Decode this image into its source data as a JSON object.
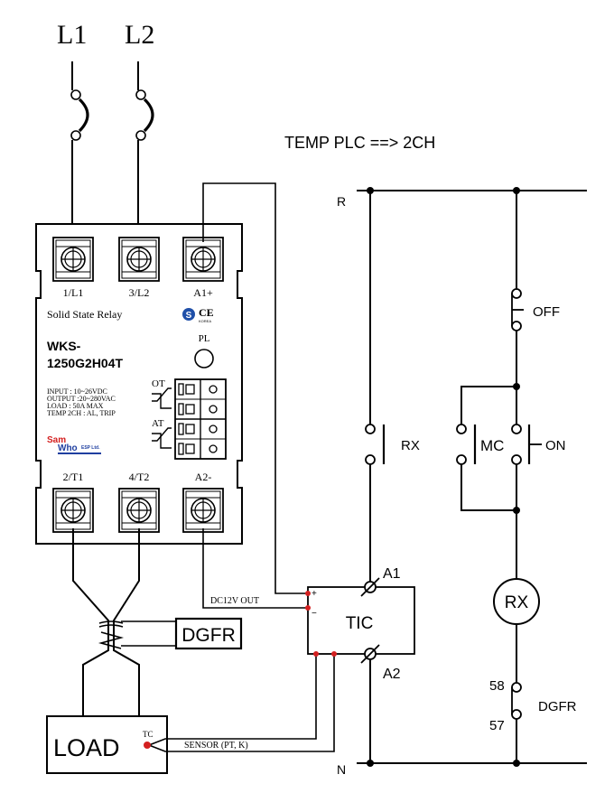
{
  "lines": {
    "l1": "L1",
    "l2": "L2"
  },
  "title": "TEMP PLC ==> 2CH",
  "relay": {
    "top_terminals": [
      "1/L1",
      "3/L2",
      "A1+"
    ],
    "bottom_terminals": [
      "2/T1",
      "4/T2",
      "A2-"
    ],
    "name": "Solid State Relay",
    "model_line1": "WKS-",
    "model_line2": "1250G2H04T",
    "pl": "PL",
    "specs": [
      "INPUT : 10~26VDC",
      "OUTPUT :20~280VAC",
      "LOAD : 50A MAX",
      "TEMP 2CH : AL, TRIP"
    ],
    "ot": "OT",
    "at": "AT",
    "brand_line1": "Sam",
    "brand_line2": "Who",
    "brand_suffix": "ESP Ltd.",
    "ce": "CE",
    "korea": "KOREA"
  },
  "dgfr_box": "DGFR",
  "load_box": "LOAD",
  "tc": "TC",
  "sensor": "SENSOR  (PT, K)",
  "dc_out": "DC12V OUT",
  "tic": {
    "label": "TIC",
    "a1": "A1",
    "a2": "A2",
    "plus": "+",
    "minus": "−"
  },
  "ladder": {
    "r": "R",
    "n": "N",
    "off": "OFF",
    "on": "ON",
    "mc": "MC",
    "rx_contact": "RX",
    "rx_coil": "RX",
    "dgfr": "DGFR",
    "term58": "58",
    "term57": "57"
  }
}
